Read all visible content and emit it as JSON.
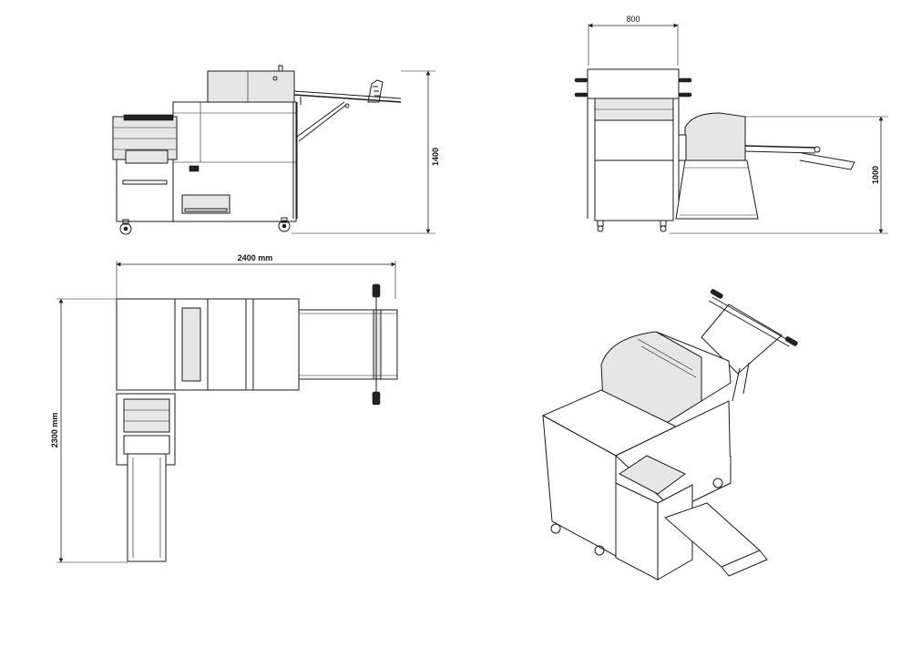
{
  "dimensions": {
    "side_height": "1400",
    "front_width": "800",
    "front_height": "1000",
    "top_width": "2400 mm",
    "top_depth": "2300 mm"
  }
}
